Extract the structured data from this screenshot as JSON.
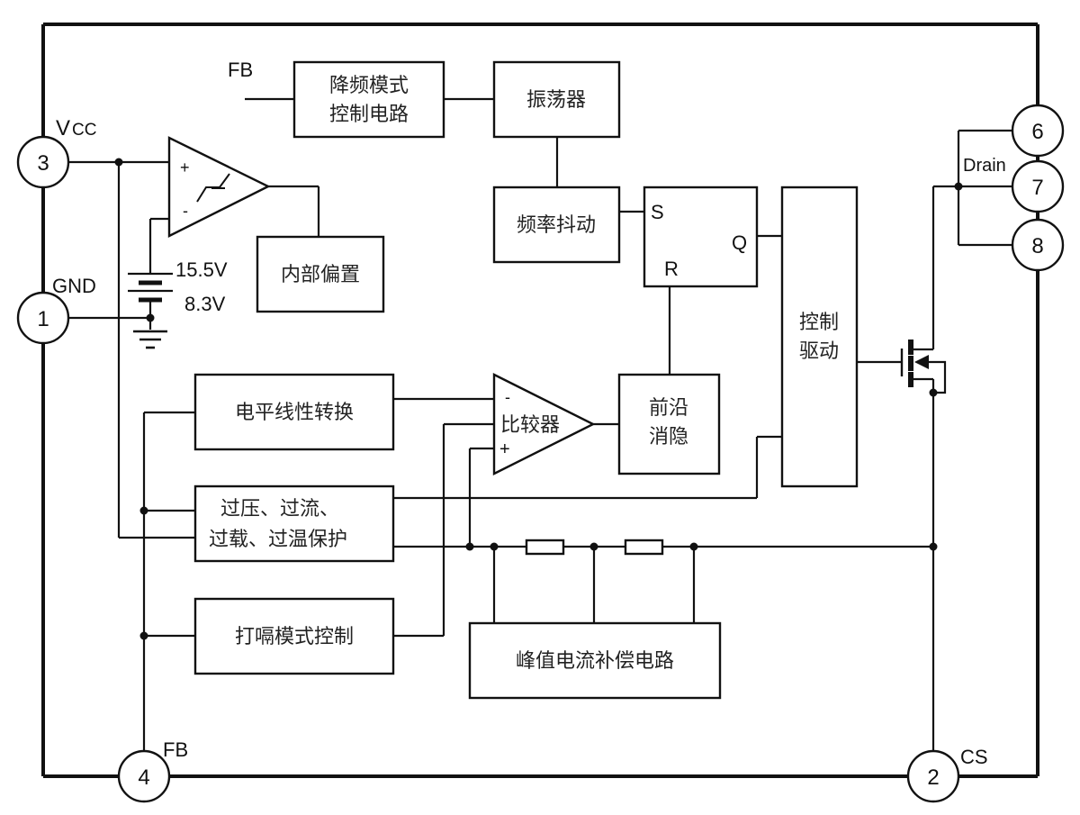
{
  "diagram": {
    "type": "circuit-block-diagram",
    "pins": [
      {
        "number": "3",
        "label": "Vcc"
      },
      {
        "number": "1",
        "label": "GND"
      },
      {
        "number": "4",
        "label": "FB"
      },
      {
        "number": "2",
        "label": "CS"
      },
      {
        "number": "6",
        "label": ""
      },
      {
        "number": "7",
        "label": "Drain"
      },
      {
        "number": "8",
        "label": ""
      }
    ],
    "labels": {
      "fb_input": "FB",
      "vcc_label_v": "V",
      "vcc_label_cc": "CC",
      "voltage_high": "15.5V",
      "voltage_low": "8.3V",
      "plus": "+",
      "minus": "-",
      "sr_s": "S",
      "sr_r": "R",
      "sr_q": "Q"
    },
    "blocks": {
      "freq_reduction": {
        "line1": "降频模式",
        "line2": "控制电路"
      },
      "oscillator": "振荡器",
      "freq_jitter": "频率抖动",
      "internal_bias": "内部偏置",
      "control_drive": {
        "line1": "控制",
        "line2": "驱动"
      },
      "level_shift": "电平线性转换",
      "comparator": "比较器",
      "leading_edge": {
        "line1": "前沿",
        "line2": "消隐"
      },
      "protection": {
        "line1": "过压、过流、",
        "line2": "过载、过温保护"
      },
      "burst_mode": "打嗝模式控制",
      "peak_comp": "峰值电流补偿电路"
    }
  }
}
